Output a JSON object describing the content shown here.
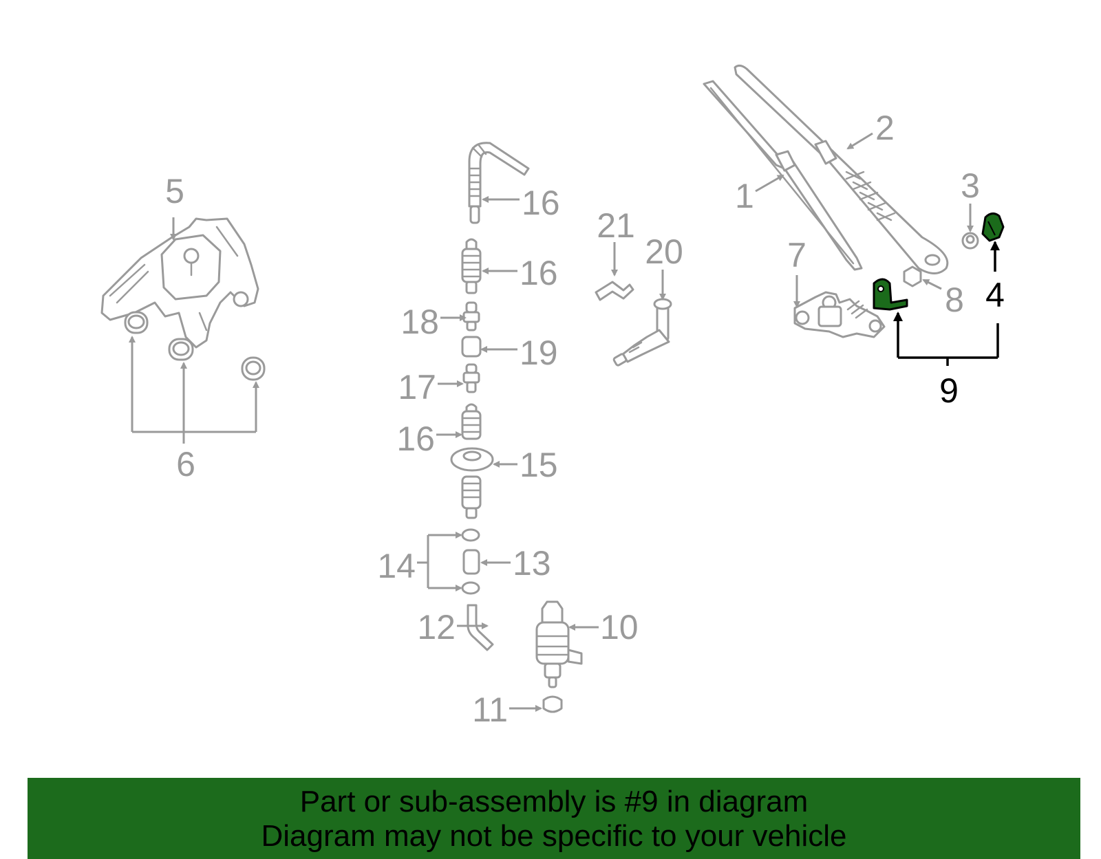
{
  "diagram": {
    "callouts": [
      "1",
      "2",
      "3",
      "4",
      "5",
      "6",
      "7",
      "8",
      "9",
      "10",
      "11",
      "12",
      "13",
      "14",
      "15",
      "16",
      "17",
      "18",
      "19",
      "20",
      "21"
    ],
    "highlight_color": "#1c6b1c",
    "highlighted_callout": "9"
  },
  "banner": {
    "line1": "Part or sub-assembly is #9 in diagram",
    "line2": "Diagram may not be specific to your vehicle"
  }
}
